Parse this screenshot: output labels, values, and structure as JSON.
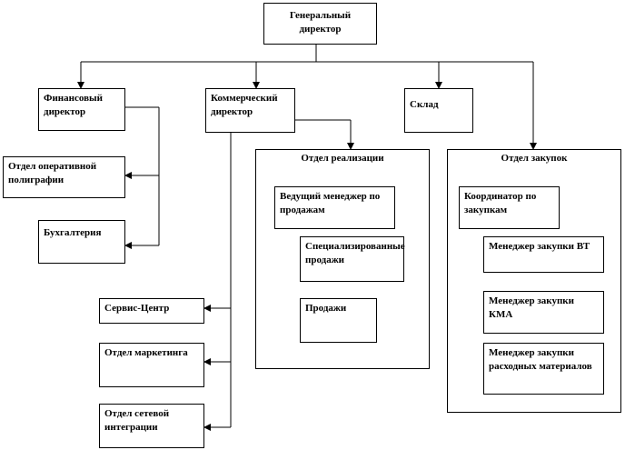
{
  "nodes": {
    "general_director": "Генеральный директор",
    "finance_director": "Финансовый директор",
    "commercial_director": "Коммерческий директор",
    "warehouse": "Склад",
    "operational_polygraphy": "Отдел оперативной полиграфии",
    "accounting": "Бухгалтерия",
    "service_center": "Сервис-Центр",
    "marketing_department": "Отдел маркетинга",
    "network_integration_department": "Отдел сетевой интеграции",
    "sales_department": "Отдел реализации",
    "lead_sales_manager": "Ведущий менеджер по продажам",
    "specialized_sales": "Специализированные продажи",
    "sales": "Продажи",
    "purchasing_department": "Отдел закупок",
    "purchasing_coordinator": "Координатор по закупкам",
    "purchasing_manager_vt": "Менеджер закупки ВТ",
    "purchasing_manager_kma": "Менеджер закупки КМА",
    "purchasing_manager_consumables": "Менеджер закупки расходных материалов"
  }
}
